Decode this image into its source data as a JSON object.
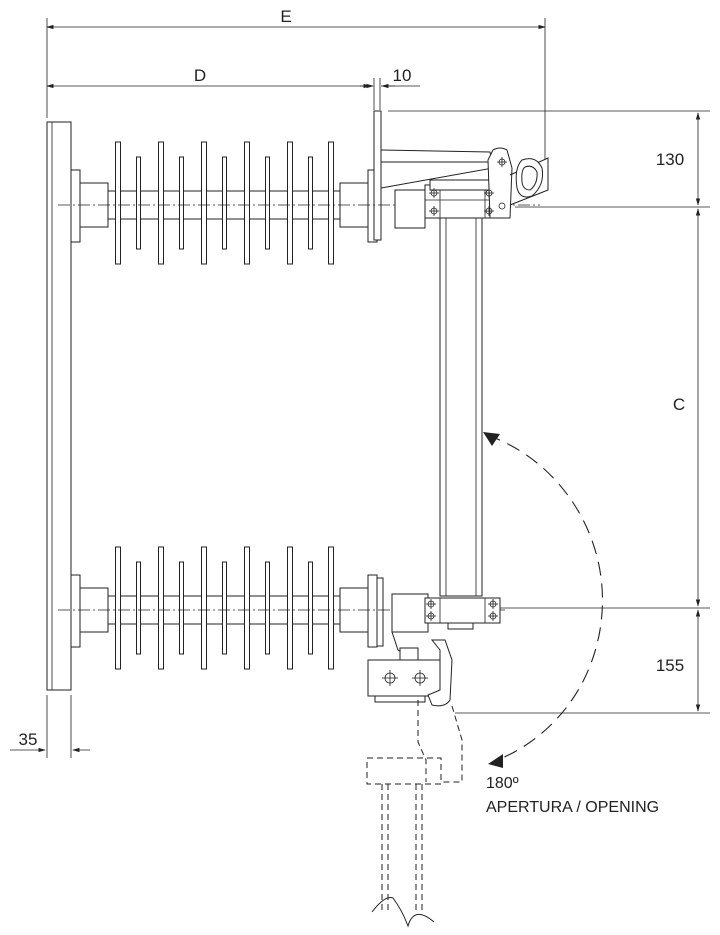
{
  "dimensions": {
    "overall_width": "E",
    "insulator_length": "D",
    "flange_thickness": "10",
    "upper_offset": "130",
    "center_distance": "C",
    "lower_offset": "155",
    "base_thickness": "35"
  },
  "notes": {
    "rotation_angle": "180º",
    "opening_label": "APERTURA / OPENING"
  }
}
